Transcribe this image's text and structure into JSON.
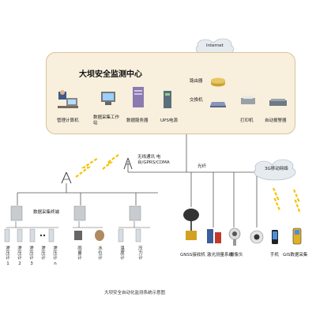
{
  "center": {
    "title": "大坝安全监测中心",
    "devices": [
      {
        "label": "管理计算机"
      },
      {
        "label": "数据采集工作站"
      },
      {
        "label": "数据服务器"
      },
      {
        "label": "UPS电源"
      },
      {
        "label": "打印机"
      },
      {
        "label": "自动报警器"
      }
    ],
    "router_label": "路由器",
    "switch_label": "交换机",
    "internet_label": "Internet"
  },
  "links": {
    "wireless_label": "无线通讯 电台/GPRS/CDMA",
    "fiber_label": "光纤",
    "mobile_network_label": "3G移动网络"
  },
  "field": {
    "terminal_label": "数据采集终端",
    "sensors": [
      "渗压计1",
      "渗压计2",
      "渗压计3",
      "渗压计",
      "渗压计n",
      "雨量计",
      "水位计",
      "温度计",
      "压力计"
    ],
    "instruments": [
      "GNSS接收机",
      "激光测量系统",
      "摄像头",
      "手机",
      "GIS数据采集"
    ]
  },
  "caption": "大坝安全自动化监测系统示意图",
  "colors": {
    "center_bg": "#f8efdd",
    "line": "#6f6f6f",
    "lightning": "#f5c400",
    "cloud": "#e6ebf0"
  }
}
